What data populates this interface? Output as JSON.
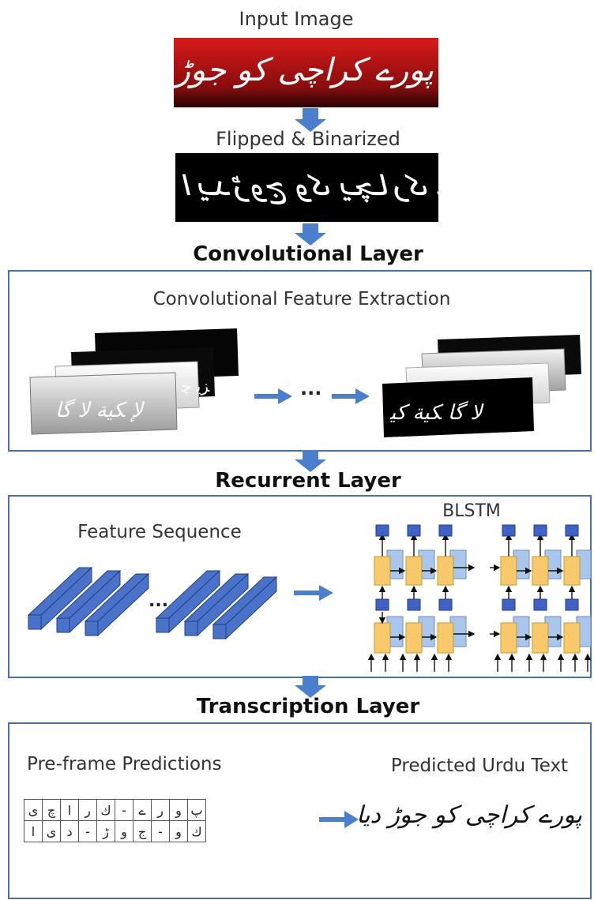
{
  "labels": {
    "input_image": "Input Image",
    "flipped": "Flipped & Binarized",
    "conv_layer": "Convolutional Layer",
    "conv_feature": "Convolutional Feature Extraction",
    "recurrent_layer": "Recurrent Layer",
    "feature_sequence": "Feature Sequence",
    "blstm": "BLSTM",
    "transcription_layer": "Transcription Layer",
    "preframe": "Pre-frame Predictions",
    "predicted_text": "Predicted Urdu Text",
    "ellipsis": "...",
    "ellipsis_conv": "···"
  },
  "input_text": "پورے کراچی کو جوڑ دیا",
  "flipped_text": "ایدڑوج وک یچارک ےروپ",
  "predicted_urdu": "پورے کراچی کو جوڑ دیا",
  "prediction_rows": [
    [
      "پ",
      "و",
      "ر",
      "ے",
      "-",
      "ك",
      "ر",
      "ا",
      "چ",
      "ی"
    ],
    [
      "ك",
      "و",
      "-",
      "ج",
      "و",
      "ڑ",
      "-",
      "د",
      "ی",
      "ا"
    ]
  ],
  "colors": {
    "arrow": "#4a7fcf",
    "panel_border": "#4a6fb0",
    "lstm_cell": "#f7c96b",
    "lstm_cell_back": "#a9c6ec",
    "output_node": "#3f62c4",
    "feature_bar": "#4a72c9"
  }
}
